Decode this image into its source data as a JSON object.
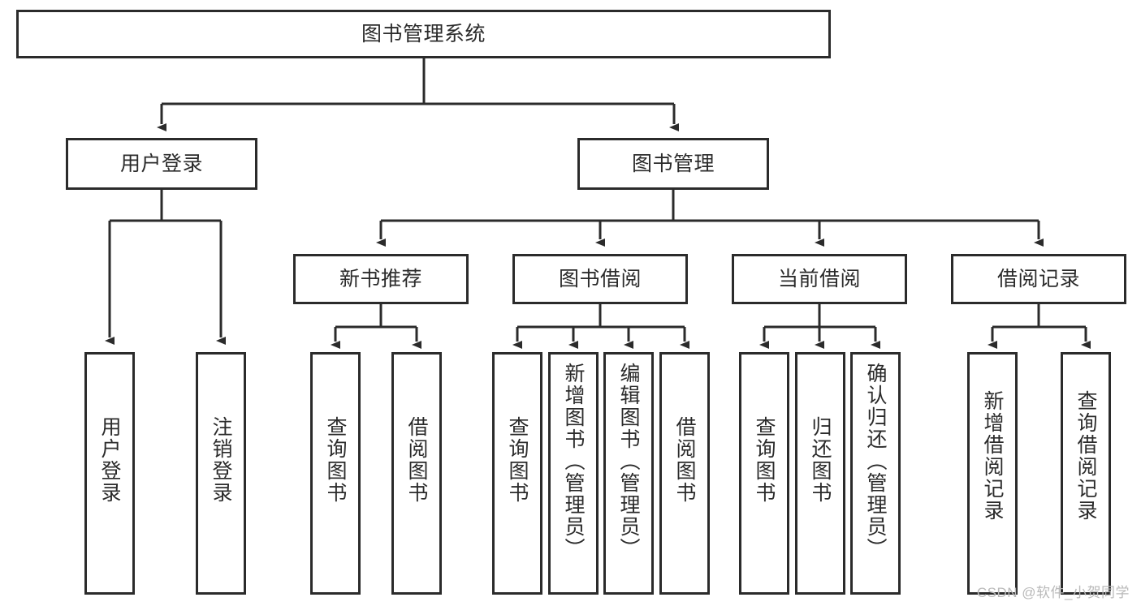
{
  "diagram": {
    "type": "tree-hierarchy",
    "title": "图书管理系统",
    "root": {
      "id": "root",
      "label": "图书管理系统"
    },
    "level1": [
      {
        "id": "user-login",
        "label": "用户登录"
      },
      {
        "id": "book-manage",
        "label": "图书管理"
      }
    ],
    "level2": [
      {
        "id": "new-book-rec",
        "label": "新书推荐",
        "parent": "book-manage"
      },
      {
        "id": "book-borrow",
        "label": "图书借阅",
        "parent": "book-manage"
      },
      {
        "id": "current-borrow",
        "label": "当前借阅",
        "parent": "book-manage"
      },
      {
        "id": "borrow-record",
        "label": "借阅记录",
        "parent": "book-manage"
      }
    ],
    "leaves": {
      "user_login": [
        {
          "id": "leaf-user-login",
          "label": "用户登录"
        },
        {
          "id": "leaf-logout",
          "label": "注销登录"
        }
      ],
      "new_book_rec": [
        {
          "id": "leaf-query-book-1",
          "label": "查询图书"
        },
        {
          "id": "leaf-borrow-book-1",
          "label": "借阅图书"
        }
      ],
      "book_borrow": [
        {
          "id": "leaf-query-book-2",
          "label": "查询图书"
        },
        {
          "id": "leaf-add-book",
          "label": "新增图书（管理员）"
        },
        {
          "id": "leaf-edit-book",
          "label": "编辑图书（管理员）"
        },
        {
          "id": "leaf-borrow-book-2",
          "label": "借阅图书"
        }
      ],
      "current_borrow": [
        {
          "id": "leaf-query-book-3",
          "label": "查询图书"
        },
        {
          "id": "leaf-return-book",
          "label": "归还图书"
        },
        {
          "id": "leaf-confirm-return",
          "label": "确认归还（管理员）"
        }
      ],
      "borrow_record": [
        {
          "id": "leaf-add-record",
          "label": "新增借阅记录"
        },
        {
          "id": "leaf-query-record",
          "label": "查询借阅记录"
        }
      ]
    },
    "colors": {
      "stroke": "#2b2b2b",
      "fill": "#ffffff",
      "text": "#2b2b2b",
      "watermark": "#b9b9b9"
    }
  },
  "watermark": {
    "text": "CSDN @软件_小贺同学"
  }
}
